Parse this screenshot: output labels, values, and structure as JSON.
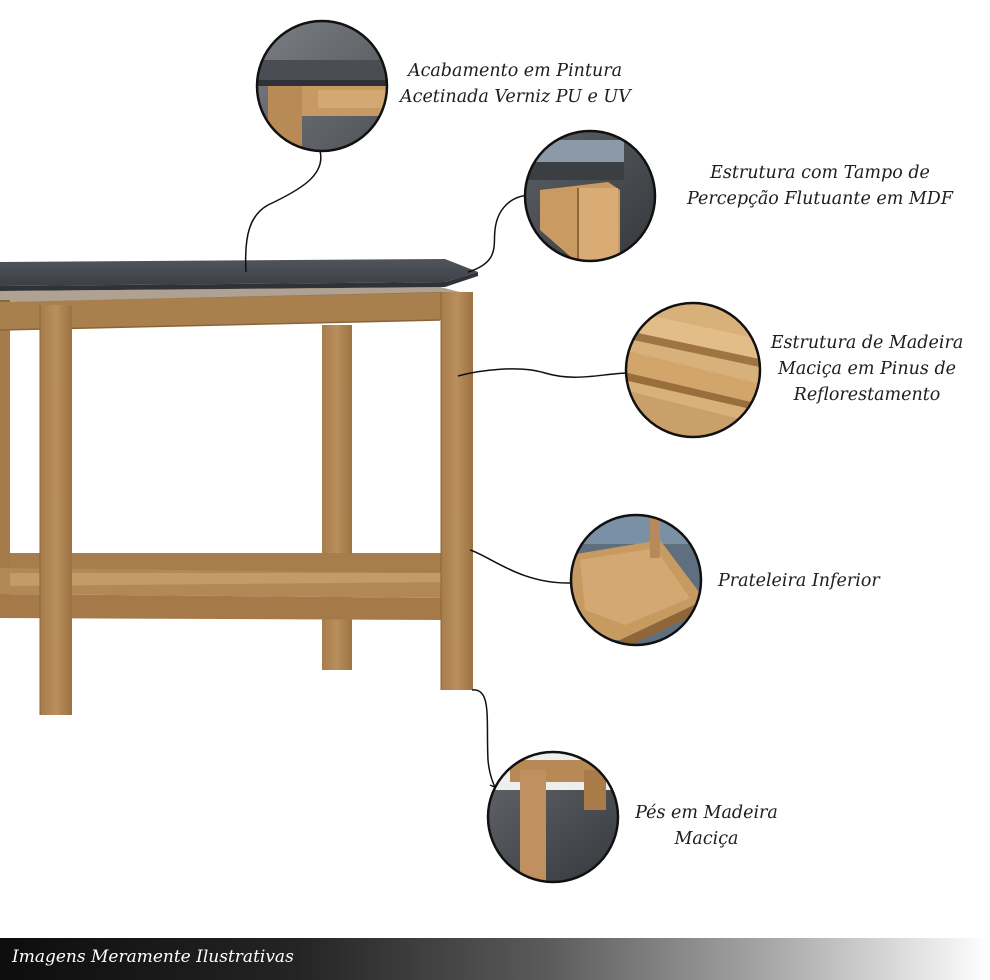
{
  "product": {
    "top_color": "#484c52",
    "wood_color": "#b08655",
    "wood_dark": "#8f6a3f"
  },
  "callouts": [
    {
      "icon": "paint-finish-icon",
      "lines": [
        "Acabamento em Pintura",
        "Acetinada Verniz PU e UV"
      ]
    },
    {
      "icon": "floating-top-icon",
      "lines": [
        "Estrutura com Tampo de",
        "Percepção Flutuante em MDF"
      ]
    },
    {
      "icon": "pine-wood-icon",
      "lines": [
        "Estrutura de Madeira",
        "Maciça em Pinus de",
        "Reflorestamento"
      ]
    },
    {
      "icon": "lower-shelf-icon",
      "lines": [
        "Prateleira Inferior"
      ]
    },
    {
      "icon": "solid-wood-legs-icon",
      "lines": [
        "Pés em Madeira",
        "Maciça"
      ]
    }
  ],
  "footer": {
    "text": "Imagens Meramente Ilustrativas"
  }
}
